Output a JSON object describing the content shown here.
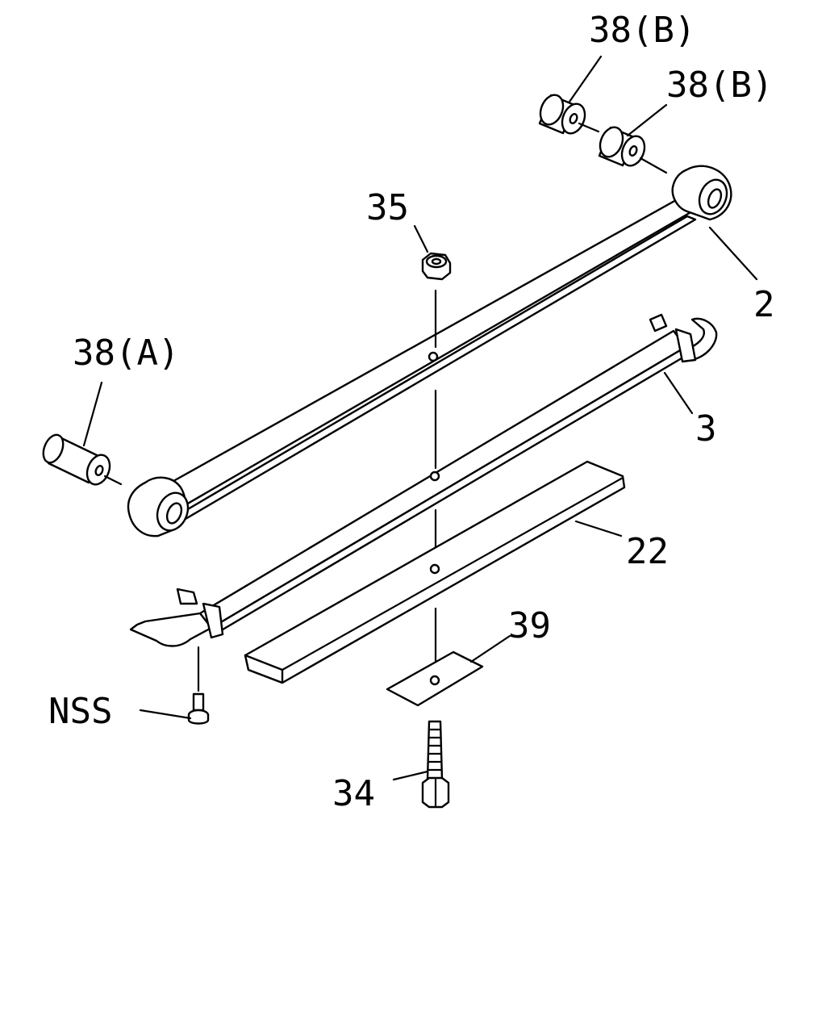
{
  "diagram": {
    "labels": {
      "bushing_b_upper": "38(B)",
      "bushing_b_lower": "38(B)",
      "nut": "35",
      "main_leaf": "2",
      "bushing_a": "38(A)",
      "second_leaf": "3",
      "spacer_leaf": "22",
      "pad": "39",
      "rivet": "NSS",
      "center_bolt": "34"
    }
  }
}
